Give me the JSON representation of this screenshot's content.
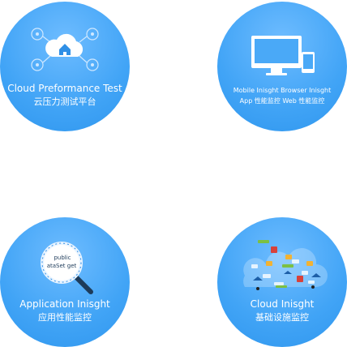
{
  "tiles": [
    {
      "title": "Cloud Preformance Test",
      "subtitle": "云压力测试平台",
      "icon": "cloud-house-icon"
    },
    {
      "title": "Mobile Inisght Browser Inisght",
      "subtitle": "App 性能监控    Web 性能监控",
      "icon": "devices-icon"
    },
    {
      "title": "Application Inisght",
      "subtitle": "应用性能监控",
      "icon": "magnifier-icon",
      "magnifier_text": [
        "public",
        "ataSet get"
      ]
    },
    {
      "title": "Cloud Inisght",
      "subtitle": "基础设施监控",
      "icon": "infrastructure-cloud-icon"
    }
  ]
}
